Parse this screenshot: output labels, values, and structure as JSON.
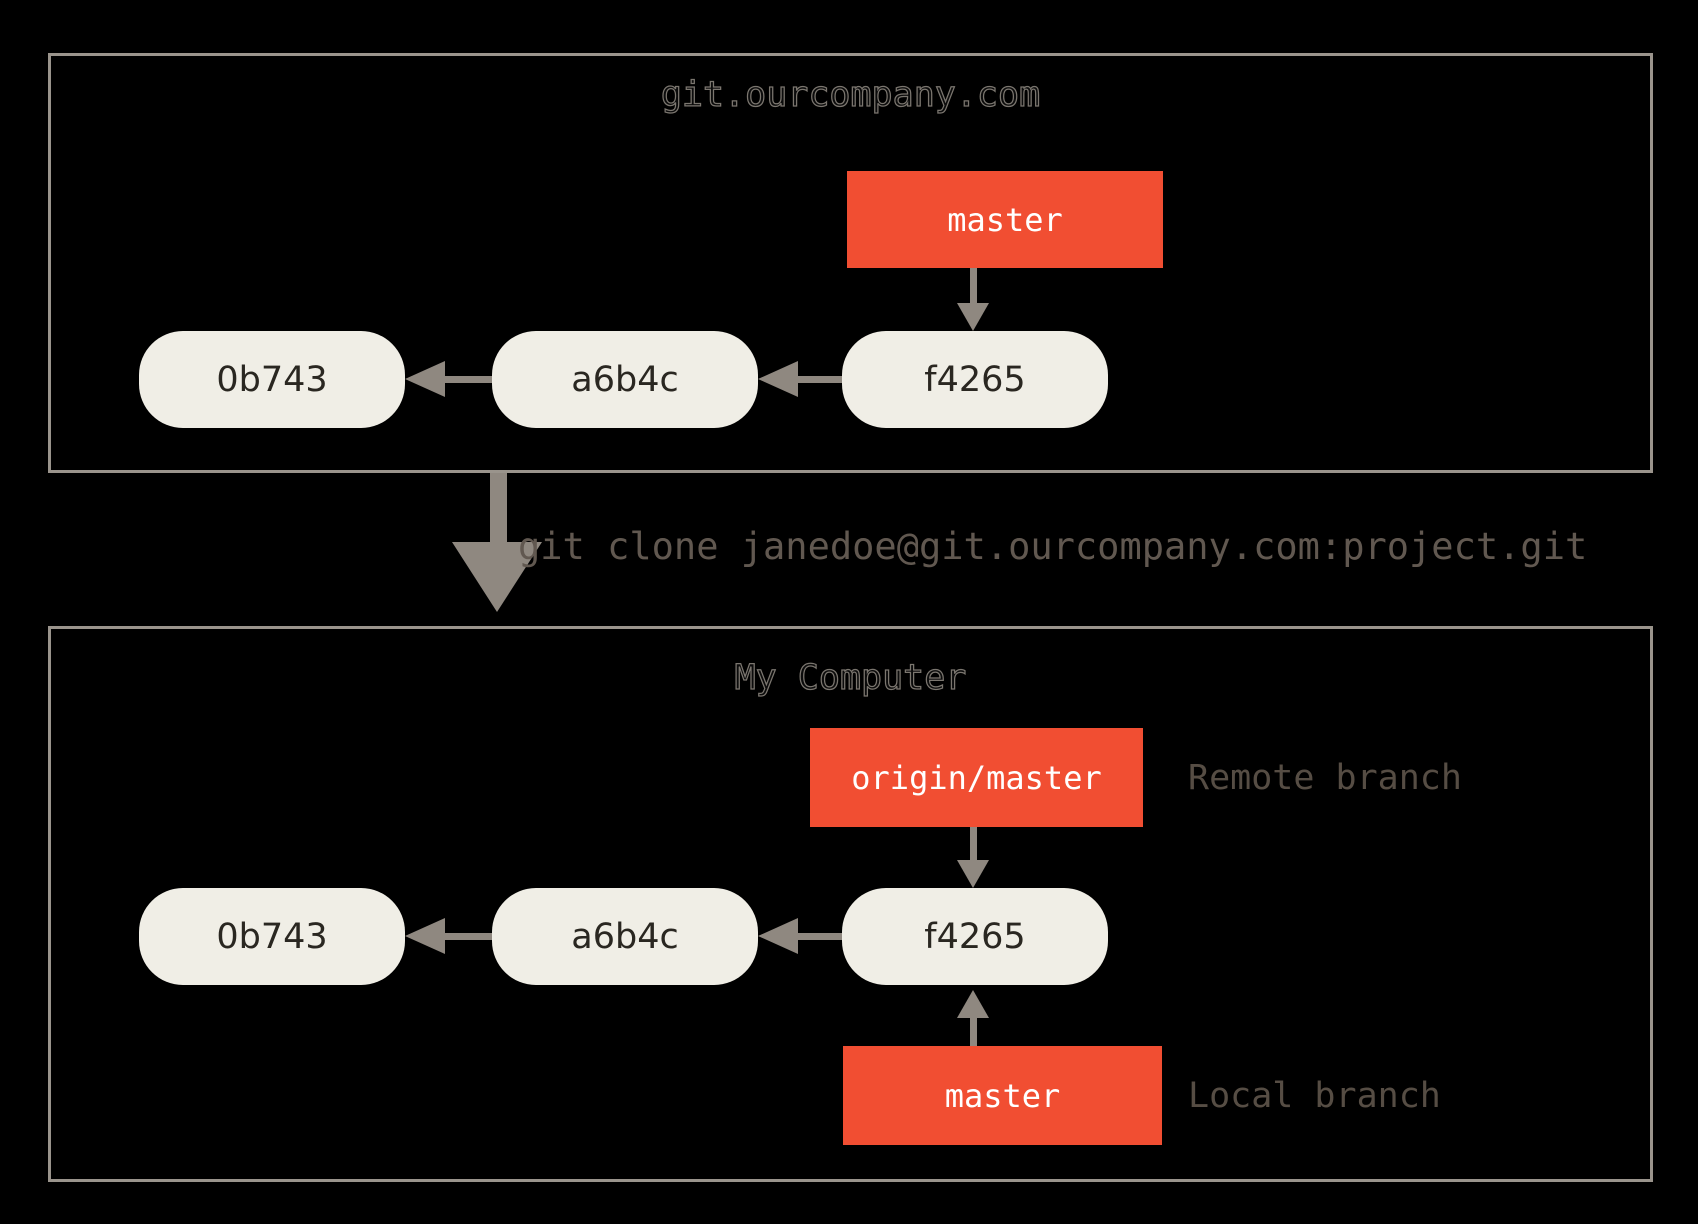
{
  "colors": {
    "background": "#000000",
    "box_border": "#9a948c",
    "branch_fill": "#f14e32",
    "branch_text": "#ffffff",
    "commit_fill": "#f0eee6",
    "commit_text": "#2a2721",
    "arrow": "#8f8880",
    "label_text": "#564d44",
    "clone_text": "#615850",
    "title_fill": "#0b0b0b",
    "title_outline": "#7b766f"
  },
  "server": {
    "title": "git.ourcompany.com",
    "branch": {
      "label": "master"
    },
    "commits": [
      "0b743",
      "a6b4c",
      "f4265"
    ]
  },
  "clone": {
    "command": "git clone janedoe@git.ourcompany.com:project.git"
  },
  "local": {
    "title": "My Computer",
    "remote_branch": {
      "label": "origin/master",
      "annotation": "Remote branch"
    },
    "local_branch": {
      "label": "master",
      "annotation": "Local branch"
    },
    "commits": [
      "0b743",
      "a6b4c",
      "f4265"
    ]
  }
}
